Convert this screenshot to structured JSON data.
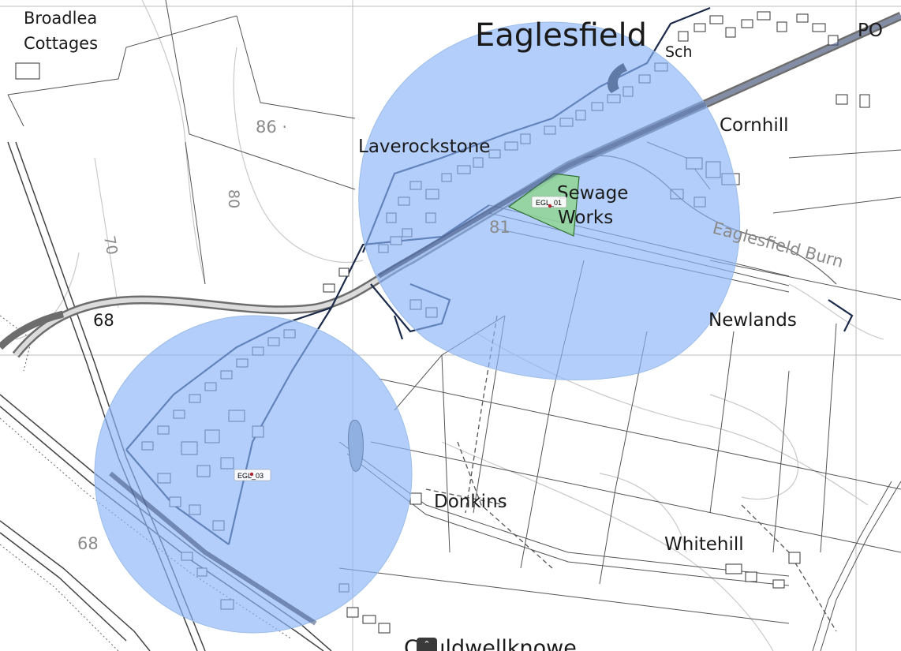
{
  "map": {
    "place_names": {
      "broadlea_1": "Broadlea",
      "broadlea_2": "Cottages",
      "eaglesfield": "Eaglesfield",
      "sch": "Sch",
      "po": "PO",
      "cornhill": "Cornhill",
      "laverockstone": "Laverockstone",
      "sewage": "Sewage",
      "works": "Works",
      "eaglesfield_burn": "Eaglesfield Burn",
      "newlands": "Newlands",
      "donkins": "Donkins",
      "whitehill": "Whitehill",
      "cauldwellknowe": "Cauldwellknowe"
    },
    "contour_labels": {
      "c86": "86 ·",
      "c80": "80",
      "c70": "70",
      "c81": "81",
      "c68a": "68",
      "c68b": "68"
    },
    "sites": [
      {
        "id": "EGL_01",
        "label": "EGL_01"
      },
      {
        "id": "EGL_03",
        "label": "EGL_03"
      }
    ],
    "buffer_color": "#8ab4f8",
    "site_polygon_color": "#8fd68f",
    "control_icon": "chevron-up-icon",
    "control_glyph": "⌃"
  }
}
